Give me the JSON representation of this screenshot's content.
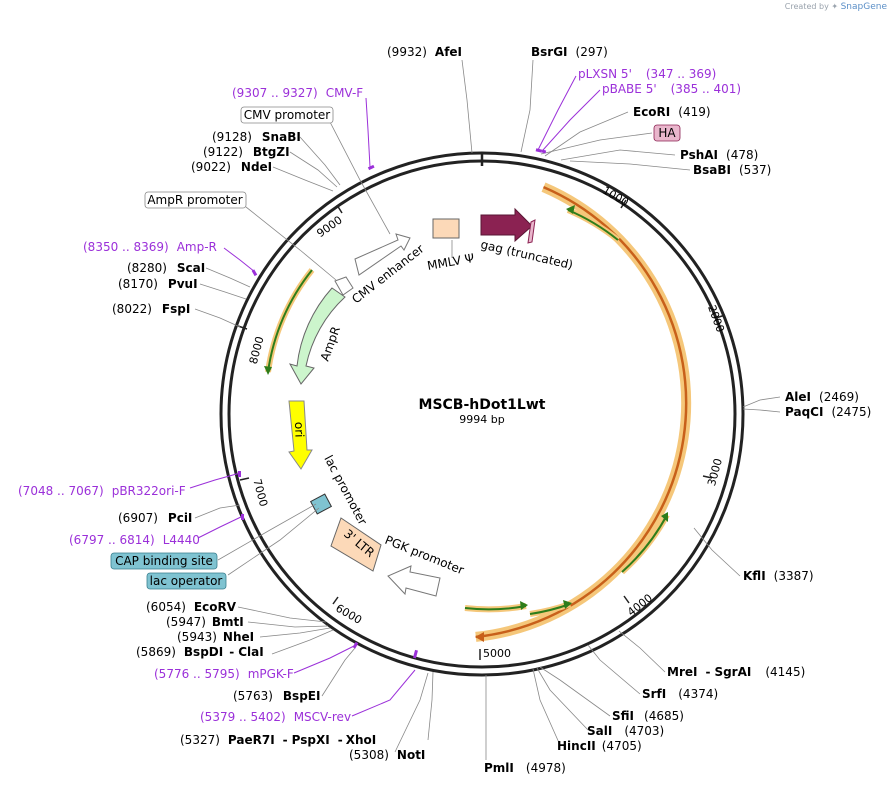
{
  "credit": {
    "prefix": "Created by",
    "brand": "SnapGene"
  },
  "plasmid": {
    "name": "MSCB-hDot1Lwt",
    "length_label": "9994 bp",
    "length": 9994
  },
  "ticks": [
    "1000",
    "2000",
    "3000",
    "4000",
    "5000",
    "6000",
    "7000",
    "8000",
    "9000"
  ],
  "sites": [
    {
      "name": "AfeI",
      "pos": "(9932)"
    },
    {
      "name": "BsrGI",
      "pos": "(297)"
    },
    {
      "name": "EcoRI",
      "pos": "(419)"
    },
    {
      "name": "PshAI",
      "pos": "(478)"
    },
    {
      "name": "BsaBI",
      "pos": "(537)"
    },
    {
      "name": "AleI",
      "pos": "(2469)"
    },
    {
      "name": "PaqCI",
      "pos": "(2475)"
    },
    {
      "name": "KflI",
      "pos": "(3387)"
    },
    {
      "name": "MreI",
      "sep": "-",
      "name2": "SgrAI",
      "pos": "(4145)"
    },
    {
      "name": "SrfI",
      "pos": "(4374)"
    },
    {
      "name": "SfiI",
      "pos": "(4685)"
    },
    {
      "name": "SalI",
      "pos": "(4703)"
    },
    {
      "name": "HincII",
      "pos": "(4705)"
    },
    {
      "name": "PmlI",
      "pos": "(4978)"
    },
    {
      "name": "NotI",
      "pos": "(5308)"
    },
    {
      "name": "PaeR7I",
      "sep": "-",
      "name2": "PspXI",
      "sep2": "-",
      "name3": "XhoI",
      "pos": "(5327)"
    },
    {
      "name": "BspEI",
      "pos": "(5763)"
    },
    {
      "name": "BspDI",
      "sep": "-",
      "name2": "ClaI",
      "pos": "(5869)"
    },
    {
      "name": "NheI",
      "pos": "(5943)"
    },
    {
      "name": "BmtI",
      "pos": "(5947)"
    },
    {
      "name": "EcoRV",
      "pos": "(6054)"
    },
    {
      "name": "PciI",
      "pos": "(6907)"
    },
    {
      "name": "FspI",
      "pos": "(8022)"
    },
    {
      "name": "PvuI",
      "pos": "(8170)"
    },
    {
      "name": "ScaI",
      "pos": "(8280)"
    },
    {
      "name": "NdeI",
      "pos": "(9022)"
    },
    {
      "name": "BtgZI",
      "pos": "(9122)"
    },
    {
      "name": "SnaBI",
      "pos": "(9128)"
    }
  ],
  "primers": [
    {
      "name": "pLXSN 5'",
      "range": "(347 .. 369)"
    },
    {
      "name": "pBABE 5'",
      "range": "(385 .. 401)"
    },
    {
      "name": "CMV-F",
      "range": "(9307 .. 9327)"
    },
    {
      "name": "Amp-R",
      "range": "(8350 .. 8369)"
    },
    {
      "name": "pBR322ori-F",
      "range": "(7048 .. 7067)"
    },
    {
      "name": "L4440",
      "range": "(6797 .. 6814)"
    },
    {
      "name": "mPGK-F",
      "range": "(5776 .. 5795)"
    },
    {
      "name": "MSCV-rev",
      "range": "(5379 .. 5402)"
    }
  ],
  "boxed_labels": {
    "cmv_promoter": "CMV promoter",
    "ampr_promoter": "AmpR promoter",
    "ha": "HA",
    "cap_binding_site": "CAP binding site",
    "lac_operator": "lac operator"
  },
  "features": {
    "gag": "gag (truncated)",
    "mmlv": "MMLV Ψ",
    "cmv_enhancer": "CMV enhancer",
    "ampr": "AmpR",
    "ori": "ori",
    "lac_promoter": "lac promoter",
    "ltr": "3' LTR",
    "pgk_promoter": "PGK promoter"
  },
  "colors": {
    "backbone": "#222222",
    "primer": "#9b30d9",
    "insert": "#c8601a",
    "insert_glow": "#f5c77a",
    "orf_arrow": "#2e7d1a",
    "gag": "#8b2252",
    "mmlv": "#fcd9b8",
    "ampr": "#ccf5cc",
    "ori": "#ffff00",
    "ltr": "#fcd9b8",
    "lac_feature": "#7fc3d1",
    "ha": "#e9b6cc"
  }
}
